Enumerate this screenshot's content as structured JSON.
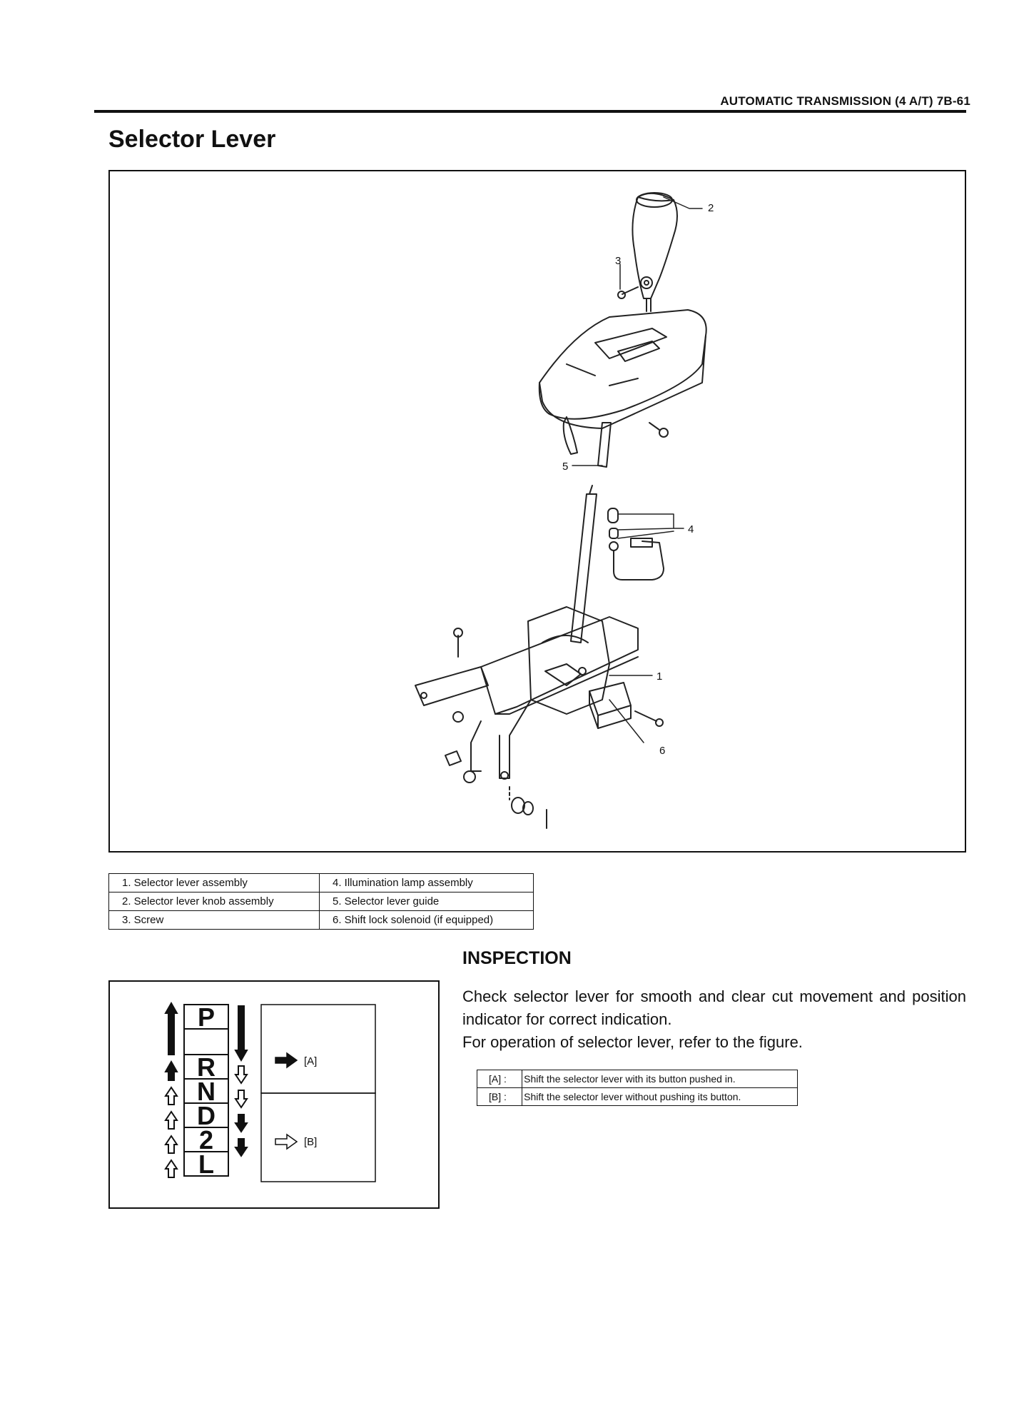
{
  "header": {
    "section": "AUTOMATIC TRANSMISSION (4 A/T) 7B-61"
  },
  "page_title": "Selector Lever",
  "figure": {
    "callouts": [
      "1",
      "2",
      "3",
      "4",
      "5",
      "6"
    ]
  },
  "legend": {
    "rows": [
      [
        "1.  Selector lever assembly",
        "4.  Illumination lamp assembly"
      ],
      [
        "2.  Selector lever knob assembly",
        "5.  Selector lever guide"
      ],
      [
        "3.  Screw",
        "6.  Shift lock solenoid (if equipped)"
      ]
    ]
  },
  "inspection": {
    "title": "INSPECTION",
    "paragraph_1": "Check selector lever for smooth and clear cut movement and position indicator for correct indication.",
    "paragraph_2": "For operation of selector lever, refer to the figure.",
    "table": [
      [
        "[A] :",
        "Shift the selector lever with its button pushed in."
      ],
      [
        "[B] :",
        "Shift the selector lever without pushing its button."
      ]
    ]
  },
  "shift_diagram": {
    "positions": [
      "P",
      "R",
      "N",
      "D",
      "2",
      "L"
    ],
    "key_a": "[A]",
    "key_b": "[B]"
  }
}
